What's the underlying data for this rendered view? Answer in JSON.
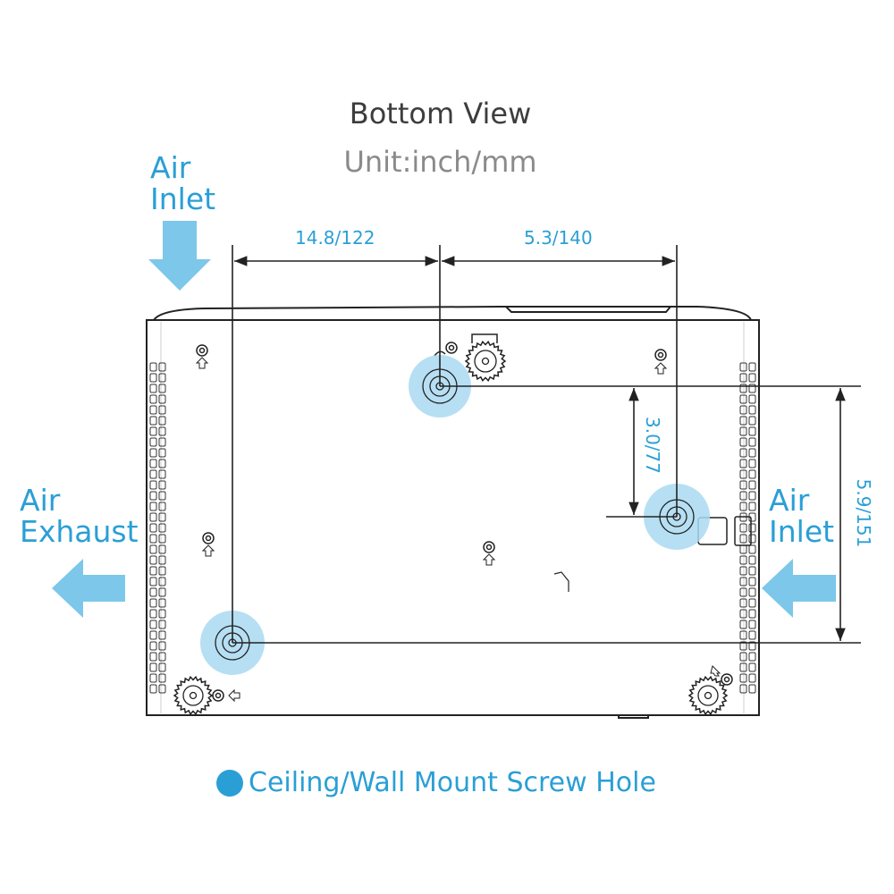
{
  "title": "Bottom View",
  "subtitle": "Unit:inch/mm",
  "airflow": {
    "top_inlet": [
      "Air",
      "Inlet"
    ],
    "right_inlet": [
      "Air",
      "Inlet"
    ],
    "exhaust": [
      "Air",
      "Exhaust"
    ]
  },
  "dimensions": {
    "top_left": "14.8/122",
    "top_right": "5.3/140",
    "vertical_inner": "3.0/77",
    "vertical_outer": "5.9/151"
  },
  "legend": {
    "label": "Ceiling/Wall Mount Screw Hole"
  },
  "colors": {
    "accent": "#2a9fd6",
    "arrow": "#7cc7ea",
    "screw_hole_fill": "#a9d9f1",
    "outline": "#222222"
  }
}
